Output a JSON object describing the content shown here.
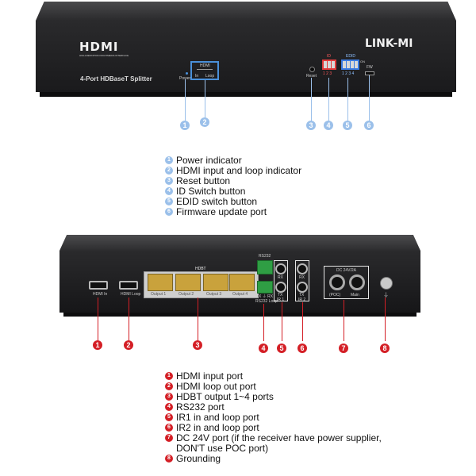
{
  "front": {
    "logo": "HDMI",
    "logo_tagline": "HIGH-DEFINITION MULTIMEDIA INTERFACE",
    "brand": "LINK-MI",
    "model": "4-Port HDBaseT Splitter",
    "power_label": "Power",
    "indicator_title": "HDMI",
    "indicator_in": "In",
    "indicator_loop": "Loop",
    "reset_label": "Reset",
    "id_label": "ID",
    "id_numbers": "1 2 3",
    "edid_label": "EDID",
    "edid_numbers": "1 2 3 4",
    "edid_on": "ON",
    "fw_label": "FW",
    "callouts": [
      "1",
      "2",
      "3",
      "4",
      "5",
      "6"
    ]
  },
  "front_legend": [
    {
      "num": "1",
      "text": "Power indicator"
    },
    {
      "num": "2",
      "text": "HDMI input and loop indicator"
    },
    {
      "num": "3",
      "text": "Reset button"
    },
    {
      "num": "4",
      "text": "ID Switch button"
    },
    {
      "num": "5",
      "text": "EDID switch button"
    },
    {
      "num": "6",
      "text": "Firmware update port"
    }
  ],
  "rear": {
    "hdmi_in_label": "HDMI In",
    "hdmi_loop_label": "HDMI Loop",
    "hdbt_label": "HDBT",
    "outputs": [
      "Output 1",
      "Output 2",
      "Output 3",
      "Output 4"
    ],
    "rs232_label": "RS232",
    "rs232_pins": "TX  ⏚  RX",
    "rs232_loop": "RS232 Loop",
    "ir1_rx": "RX",
    "ir1_tx": "TX",
    "ir1_label": "IR 1",
    "ir2_rx": "RX",
    "ir2_tx": "TX",
    "ir2_label": "IR 2",
    "dc_label": "DC 24V/2A",
    "poc_label": "(POC)",
    "main_label": "Main",
    "callouts": [
      "1",
      "2",
      "3",
      "4",
      "5",
      "6",
      "7",
      "8"
    ]
  },
  "rear_legend": [
    {
      "num": "1",
      "text": "HDMI input port"
    },
    {
      "num": "2",
      "text": "HDMI loop out port"
    },
    {
      "num": "3",
      "text": "HDBT output 1~4 ports"
    },
    {
      "num": "4",
      "text": "RS232 port"
    },
    {
      "num": "5",
      "text": "IR1 in and loop port"
    },
    {
      "num": "6",
      "text": "IR2 in and loop port"
    },
    {
      "num": "7",
      "text": "DC 24V port (if the receiver have power supplier,"
    },
    {
      "num": "",
      "text": "DON'T use POC port)"
    },
    {
      "num": "8",
      "text": "Grounding"
    }
  ],
  "colors": {
    "front_callout": "#9bc0ea",
    "rear_callout": "#d41f26",
    "indicator_box": "#4a90d9"
  }
}
